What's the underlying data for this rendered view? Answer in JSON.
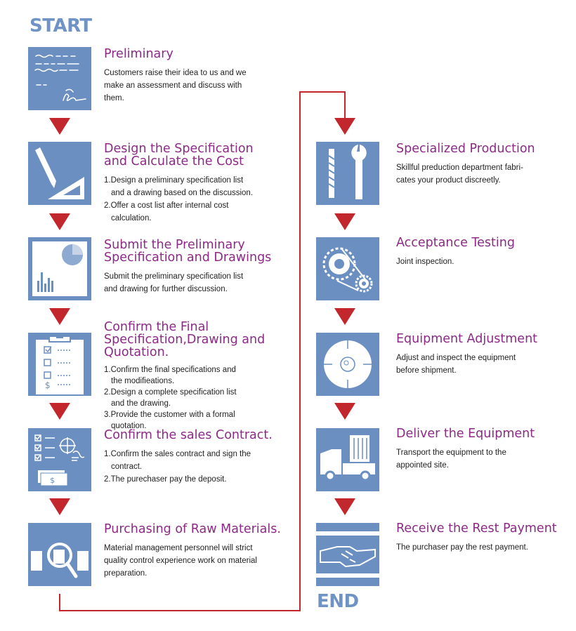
{
  "start_label": "START",
  "end_label": "END",
  "colors": {
    "tile": "#6b8fc0",
    "title": "#8c2a86",
    "arrow": "#c1272d",
    "label": "#6f93c4"
  },
  "steps_left": [
    {
      "icon": "document-signature-icon",
      "title": "Preliminary",
      "lines": [
        "Customers raise their idea to us and we",
        "make an assessment and discuss with",
        "them."
      ]
    },
    {
      "icon": "pencil-ruler-icon",
      "title": "Design the Specification\nand Calculate the Cost",
      "lines": [
        "1.Design a preliminary specification list",
        "and a drawing based on the discussion.",
        "2.Offer a cost list after internal cost",
        "calculation."
      ]
    },
    {
      "icon": "chart-icon",
      "title": "Submit the Preliminary\nSpecification and Drawings",
      "lines": [
        "Submit the preliminary specification list",
        "and drawing for further discussion."
      ]
    },
    {
      "icon": "clipboard-checklist-icon",
      "title": "Confirm the Final\nSpecification,Drawing and\nQuotation.",
      "lines": [
        "1.Confirm the final specifications and",
        "the modifieations.",
        "2.Design a complete specification list",
        "and the drawing.",
        "3.Provide the customer with a formal",
        "quotation."
      ]
    },
    {
      "icon": "contract-money-icon",
      "title": "Confirm the sales Contract.",
      "lines": [
        "1.Confirm the sales contract and sign the",
        "contract.",
        "2.The purechaser pay the deposit."
      ]
    },
    {
      "icon": "magnifier-inspection-icon",
      "title": "Purchasing of Raw Materials.",
      "lines": [
        "Material management personnel will strict",
        "quality control experience work on material",
        "preparation."
      ]
    }
  ],
  "steps_right": [
    {
      "icon": "wrench-drill-icon",
      "title": "Specialized Production",
      "lines": [
        "Skillful preduction department fabri-",
        "cates your product discreetly."
      ]
    },
    {
      "icon": "gear-chain-icon",
      "title": "Acceptance Testing",
      "lines": [
        "Joint inspection."
      ]
    },
    {
      "icon": "target-gauge-icon",
      "title": "Equipment Adjustment",
      "lines": [
        "Adjust and inspect the equipment",
        "before shipment."
      ]
    },
    {
      "icon": "delivery-truck-icon",
      "title": "Deliver the Equipment",
      "lines": [
        "Transport the equipment to the",
        "appointed site."
      ]
    },
    {
      "icon": "handshake-icon",
      "title": "Receive the Rest Payment",
      "lines": [
        "The purchaser pay the rest payment."
      ]
    }
  ]
}
